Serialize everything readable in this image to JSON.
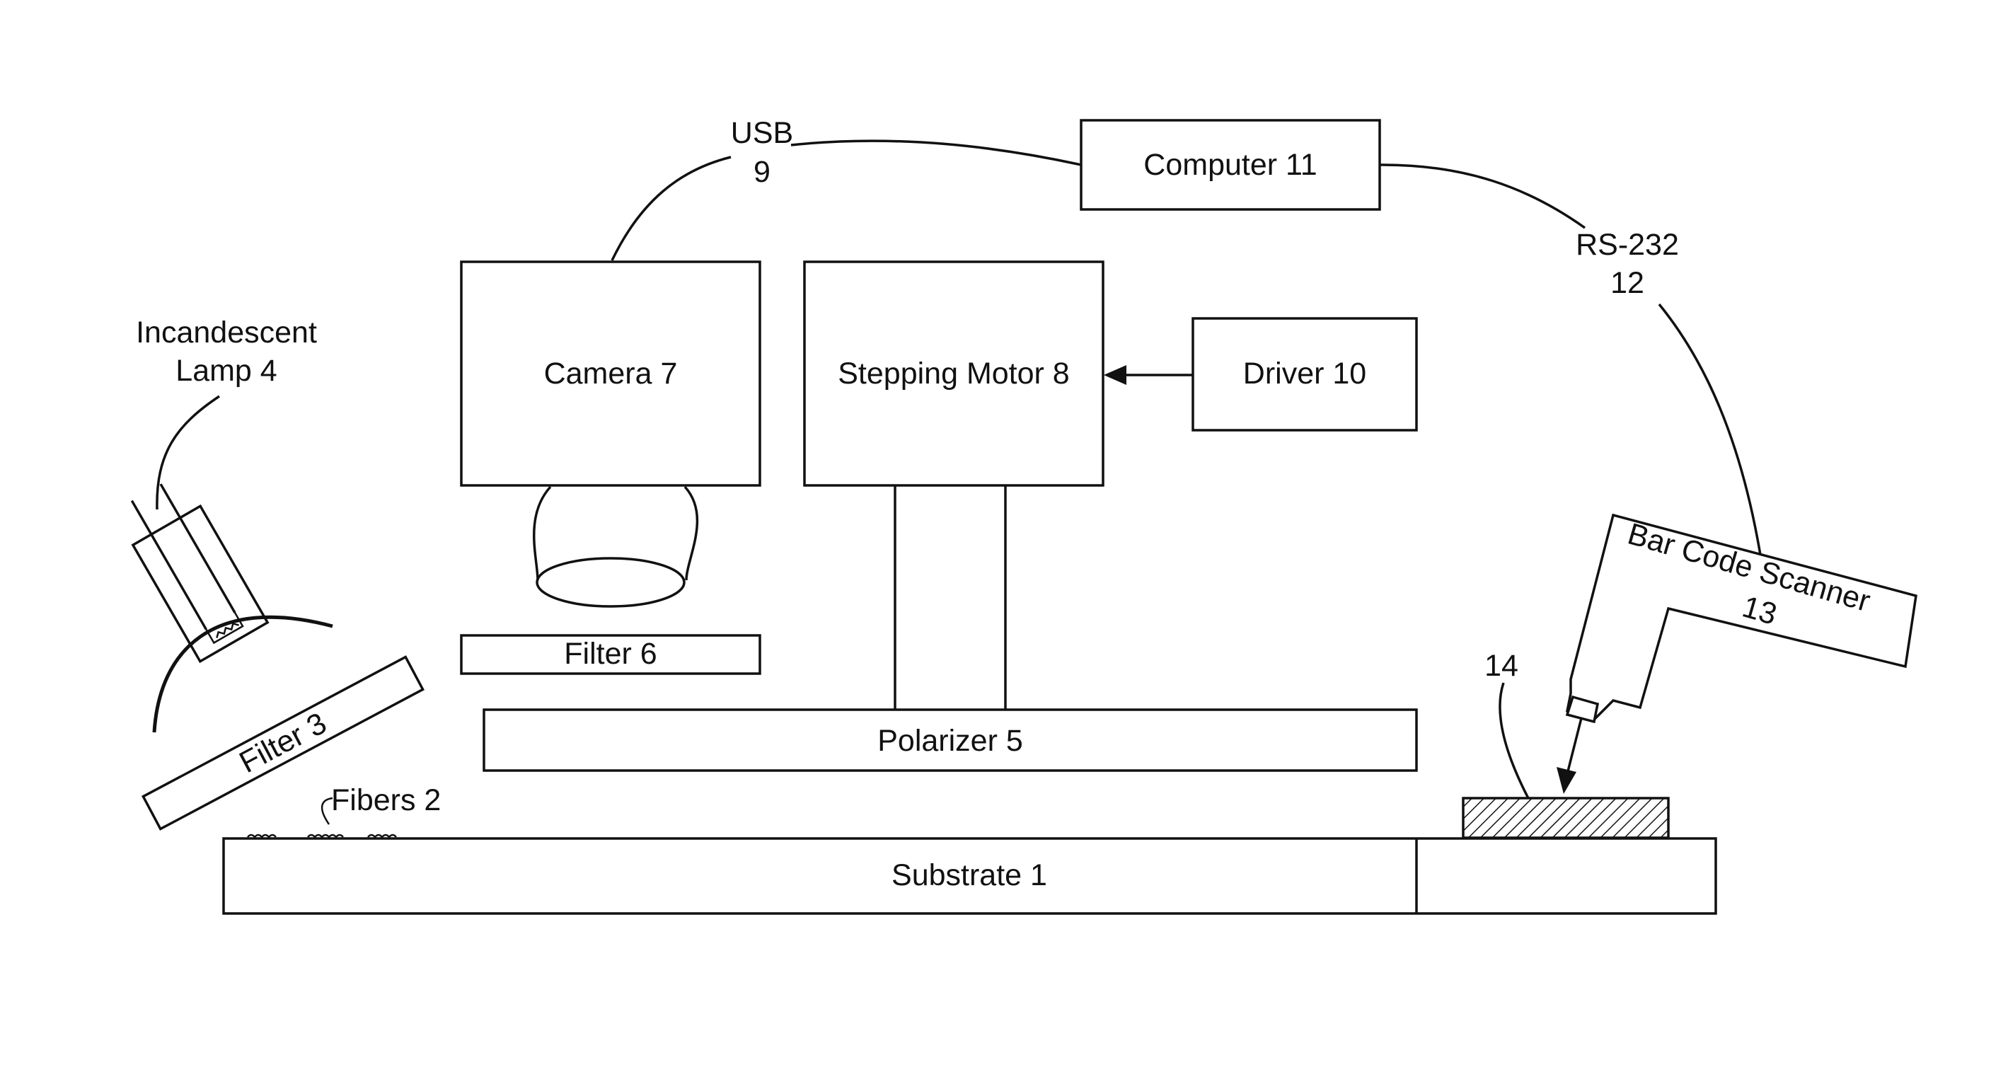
{
  "labels": {
    "computer": "Computer 11",
    "usb_line1": "USB",
    "usb_line2": "9",
    "rs232_line1": "RS-232",
    "rs232_line2": "12",
    "camera": "Camera 7",
    "stepping_motor": "Stepping Motor 8",
    "driver": "Driver 10",
    "lamp_line1": "Incandescent",
    "lamp_line2": "Lamp 4",
    "filter6": "Filter 6",
    "filter3": "Filter 3",
    "polarizer": "Polarizer 5",
    "fibers": "Fibers 2",
    "substrate": "Substrate 1",
    "barcode_line1": "Bar Code Scanner",
    "barcode_line2": "13",
    "label14": "14"
  }
}
